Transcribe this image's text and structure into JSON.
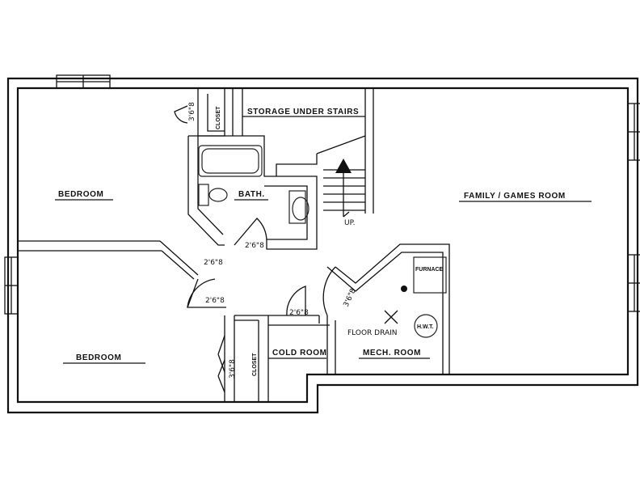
{
  "rooms": {
    "bedroom_top": "BEDROOM",
    "bedroom_bottom": "BEDROOM",
    "bath": "BATH.",
    "storage": "STORAGE UNDER STAIRS",
    "family": "FAMILY / GAMES ROOM",
    "cold_room": "COLD ROOM",
    "mech_room": "MECH. ROOM"
  },
  "closets": {
    "top": "CLOSET",
    "bottom": "CLOSET"
  },
  "doors": {
    "closet_top": "3'6\"8",
    "bath": "2'6\"8",
    "hall_top": "2'6\"8",
    "hall_bottom": "2'6\"8",
    "cold_room": "2'6\"8",
    "mech_room": "3'6\"8",
    "closet_bottom": "3'6\"8"
  },
  "annotations": {
    "up": "UP.",
    "floor_drain": "FLOOR DRAIN",
    "hwt": "H.W.T.",
    "furnace": "FURNACE"
  }
}
